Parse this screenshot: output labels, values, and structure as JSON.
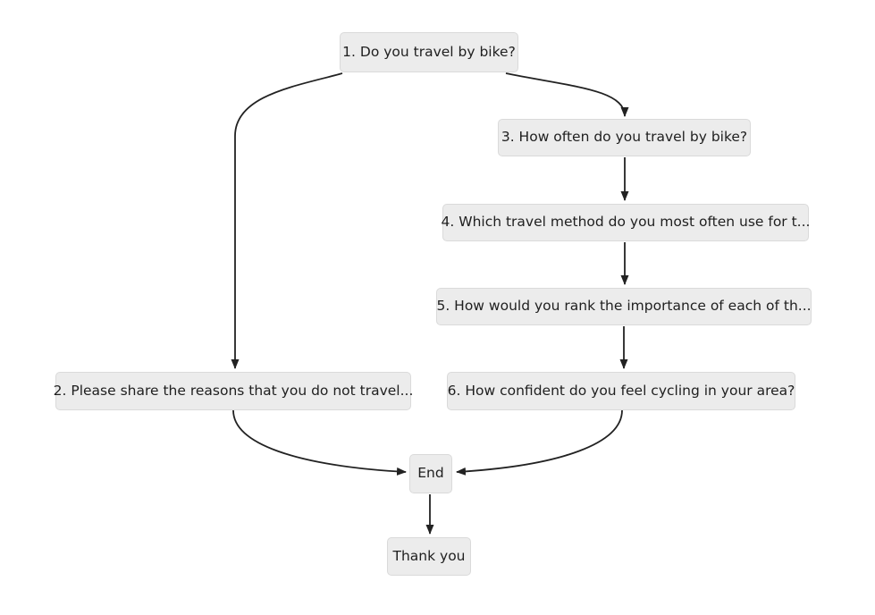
{
  "diagram": {
    "type": "flowchart",
    "direction": "top-down",
    "nodes": {
      "q1": "1. Do you travel by bike?",
      "q2": "2. Please share the reasons that you do not travel...",
      "q3": "3. How often do you travel by bike?",
      "q4": "4. Which travel method do you most often use for t...",
      "q5": "5. How would you rank the importance of each of th...",
      "q6": "6. How confident do you feel cycling in your area?",
      "end": "End",
      "thankyou": "Thank you"
    },
    "edges": [
      {
        "from": "q1",
        "to": "q2"
      },
      {
        "from": "q1",
        "to": "q3"
      },
      {
        "from": "q3",
        "to": "q4"
      },
      {
        "from": "q4",
        "to": "q5"
      },
      {
        "from": "q5",
        "to": "q6"
      },
      {
        "from": "q2",
        "to": "end"
      },
      {
        "from": "q6",
        "to": "end"
      },
      {
        "from": "end",
        "to": "thankyou"
      }
    ]
  },
  "colors": {
    "background": "#ffffff",
    "node_fill": "#ececec",
    "node_border": "#dadada",
    "node_text": "#1f1f1f",
    "edge": "#222222"
  }
}
